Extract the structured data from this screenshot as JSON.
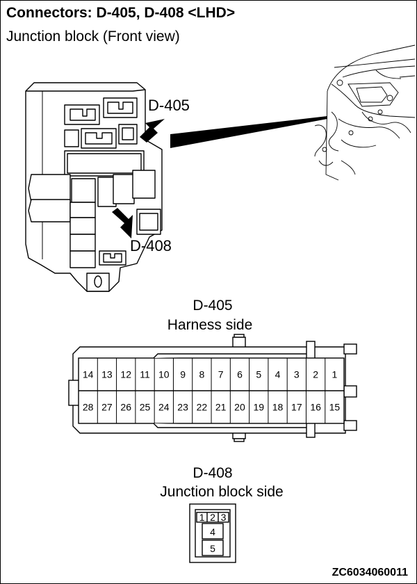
{
  "title": "Connectors: D-405, D-408 <LHD>",
  "subtitle": "Junction block (Front view)",
  "callouts": {
    "d405": "D-405",
    "d408": "D-408"
  },
  "connector_d405": {
    "name": "D-405",
    "side": "Harness side",
    "top_row": [
      "14",
      "13",
      "12",
      "11",
      "10",
      "9",
      "8",
      "7",
      "6",
      "5",
      "4",
      "3",
      "2",
      "1"
    ],
    "bottom_row": [
      "28",
      "27",
      "26",
      "25",
      "24",
      "23",
      "22",
      "21",
      "20",
      "19",
      "18",
      "17",
      "16",
      "15"
    ]
  },
  "connector_d408": {
    "name": "D-408",
    "side": "Junction block side",
    "top_row": [
      "1",
      "2",
      "3"
    ],
    "middle": "4",
    "bottom": "5"
  },
  "figure_code": "ZC6034060011"
}
